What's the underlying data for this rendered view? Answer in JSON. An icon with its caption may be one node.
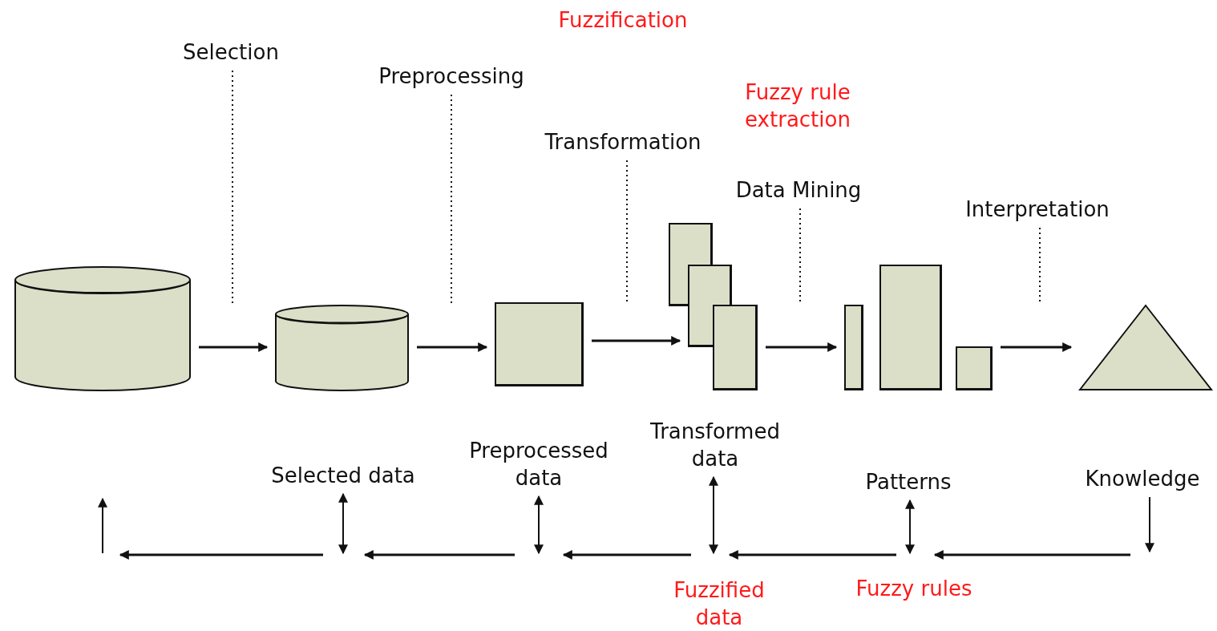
{
  "diagram": {
    "nodes": [
      {
        "text": [
          "Selection"
        ]
      },
      {
        "text": [
          "Preprocessing"
        ]
      },
      {
        "text": [
          "Transformation"
        ]
      },
      {
        "text": [
          "Data Mining"
        ]
      },
      {
        "text": [
          "Interpretation"
        ]
      },
      {
        "text": [],
        "shape": "cylinder"
      },
      {
        "text": [],
        "shape": "cylinder"
      },
      {
        "text": [],
        "shape": "box"
      },
      {
        "text": [],
        "shape": "box"
      },
      {
        "text": [],
        "shape": "box"
      },
      {
        "text": [],
        "shape": "box"
      },
      {
        "text": [],
        "shape": "bar"
      },
      {
        "text": [],
        "shape": "bar"
      },
      {
        "text": [],
        "shape": "bar"
      },
      {
        "text": [],
        "shape": "triangle"
      },
      {
        "text": [
          "Selected data"
        ]
      },
      {
        "text": [
          "Preprocessed data"
        ]
      },
      {
        "text": [
          "Transformed data"
        ]
      },
      {
        "text": [
          "Patterns"
        ]
      },
      {
        "text": [
          "Knowledge"
        ]
      }
    ],
    "edges": [
      {
        "from": 5,
        "to": 6,
        "arrow": "to"
      },
      {
        "from": 6,
        "to": 7,
        "arrow": "to"
      },
      {
        "from": 7,
        "to": 9,
        "arrow": "to"
      },
      {
        "from": 10,
        "to": 11,
        "arrow": "to"
      },
      {
        "from": 13,
        "to": 14,
        "arrow": "to"
      },
      {
        "from": 0,
        "to": null,
        "arrow": "none",
        "style": "dashed"
      },
      {
        "from": 1,
        "to": null,
        "arrow": "none",
        "style": "dashed"
      },
      {
        "from": 2,
        "to": null,
        "arrow": "none",
        "style": "dashed"
      },
      {
        "from": 3,
        "to": null,
        "arrow": "none",
        "style": "dashed"
      },
      {
        "from": 4,
        "to": null,
        "arrow": "none",
        "style": "dashed"
      },
      {
        "from": 15,
        "to": null,
        "arrow": "both"
      },
      {
        "from": 16,
        "to": null,
        "arrow": "both"
      },
      {
        "from": 17,
        "to": null,
        "arrow": "both"
      },
      {
        "from": 18,
        "to": null,
        "arrow": "both"
      },
      {
        "from": 19,
        "to": null,
        "arrow": "to"
      }
    ],
    "labels": [
      "Fuzzification",
      "Fuzzy rule extraction",
      "Fuzzified data",
      "Fuzzy rules"
    ]
  }
}
